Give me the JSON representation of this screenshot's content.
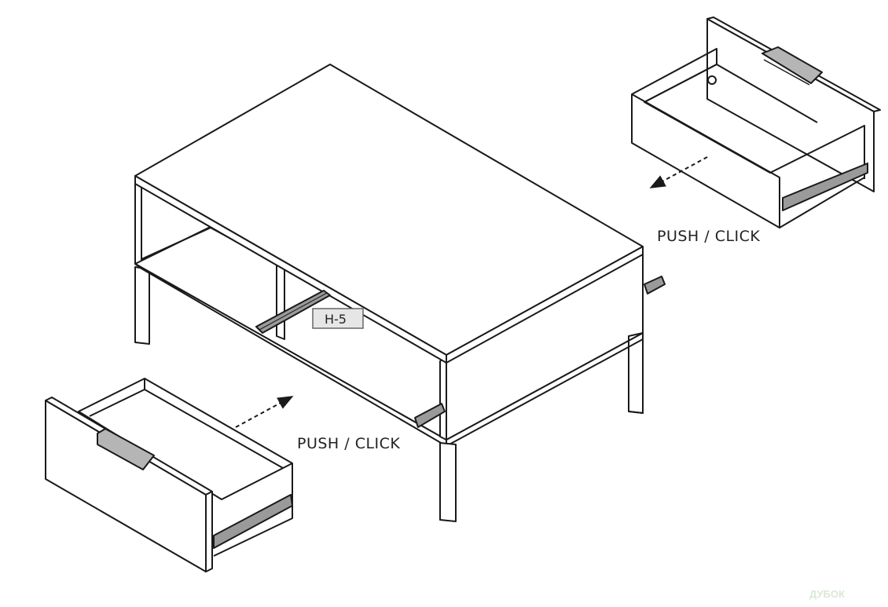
{
  "labels": {
    "push_click_top": "PUSH / CLICK",
    "push_click_bottom": "PUSH / CLICK",
    "part_code": "H-5",
    "watermark": "ДУБОК"
  },
  "colors": {
    "line": "#1a1a1a",
    "fill": "#ffffff",
    "tag_fill": "#e6e6e6",
    "watermark": "#d8e9d6"
  }
}
